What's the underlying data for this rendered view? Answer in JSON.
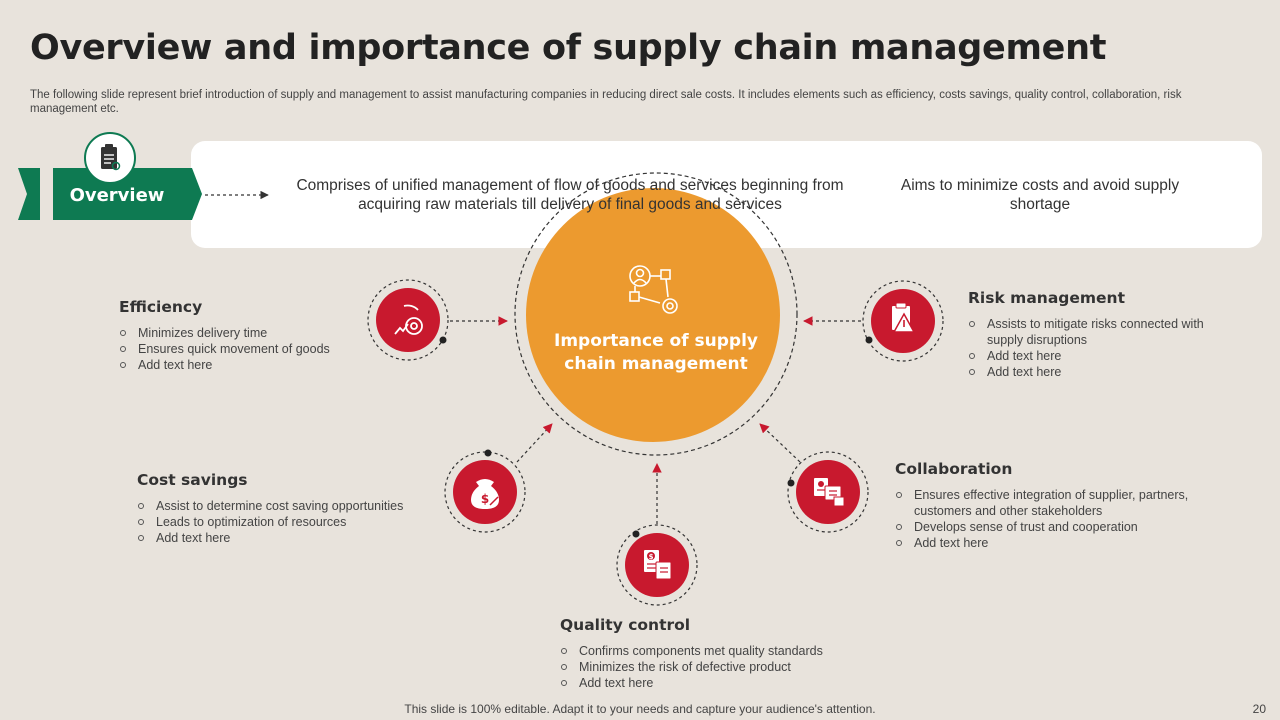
{
  "slide": {
    "title": "Overview and importance of supply chain management",
    "subtitle": "The following slide represent brief introduction of supply and management to assist manufacturing companies in reducing direct sale costs. It includes elements such as efficiency, costs savings, quality control, collaboration, risk management etc.",
    "footer": "This slide is 100% editable. Adapt it to your needs and capture your audience's attention.",
    "page_number": "20"
  },
  "overview": {
    "label": "Overview",
    "icon": "clipboard-icon",
    "text1": "Comprises of unified management of flow of goods and services beginning from acquiring raw materials till delivery of final goods and services",
    "text2": "Aims to minimize costs and avoid supply shortage"
  },
  "center": {
    "label": "Importance of supply chain management",
    "icon": "network-gear-icon"
  },
  "colors": {
    "green": "#0e7a52",
    "red": "#c8192e",
    "orange": "#ec9a2f",
    "background": "#e8e3dc"
  },
  "sections": {
    "efficiency": {
      "title": "Efficiency",
      "icon": "gear-speed-icon",
      "items": [
        "Minimizes delivery time",
        "Ensures quick movement  of goods",
        "Add text here"
      ]
    },
    "risk": {
      "title": "Risk management",
      "icon": "warning-document-icon",
      "items": [
        "Assists to mitigate risks connected with supply disruptions",
        "Add text here",
        "Add text here"
      ]
    },
    "cost": {
      "title": "Cost savings",
      "icon": "money-bag-icon",
      "items": [
        "Assist to determine cost saving opportunities",
        "Leads to optimization of resources",
        "Add text here"
      ]
    },
    "collaboration": {
      "title": "Collaboration",
      "icon": "documents-box-icon",
      "items": [
        "Ensures effective  integration of supplier, partners, customers and other stakeholders",
        "Develops  sense of trust and cooperation",
        "Add text here"
      ]
    },
    "quality": {
      "title": "Quality control",
      "icon": "quality-checklist-icon",
      "items": [
        "Confirms  components  met quality standards",
        "Minimizes the risk of defective  product",
        "Add text here"
      ]
    }
  }
}
